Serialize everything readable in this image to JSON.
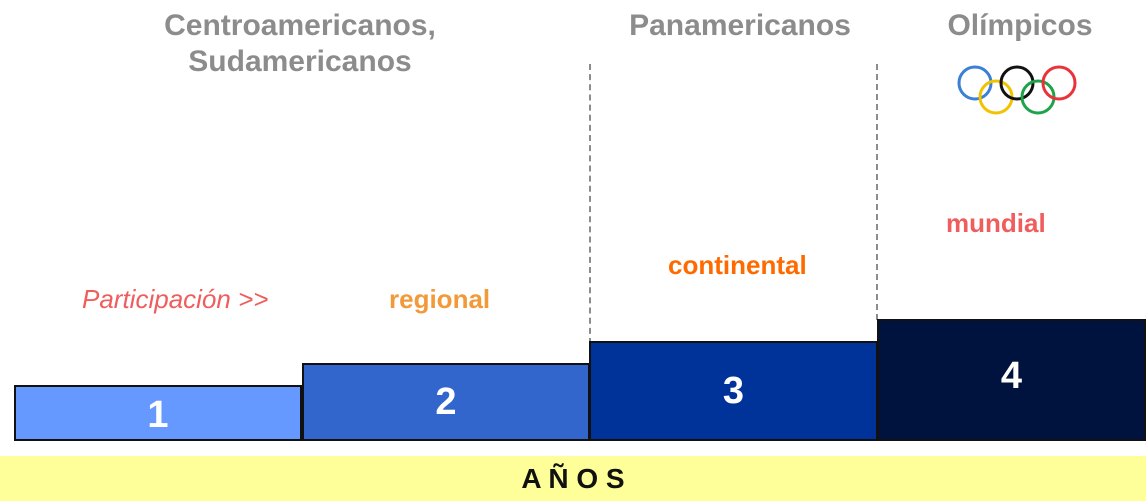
{
  "headings": {
    "centro": [
      "Centroamericanos,",
      "Sudamericanos"
    ],
    "panamericanos": "Panamericanos",
    "olimpicos": "Olímpicos"
  },
  "levels": {
    "participacion": "Participación  >>",
    "regional": "regional",
    "continental": "continental",
    "mundial": "mundial"
  },
  "steps": [
    "1",
    "2",
    "3",
    "4"
  ],
  "footer": "A Ñ O S",
  "colors": {
    "step_1": "#6699ff",
    "step_2": "#3366cc",
    "step_3": "#003399",
    "step_4": "#00133f",
    "footer_background": "#ffff99",
    "heading": "#8c8c8c",
    "participacion": "#ef5d5d",
    "regional": "#f29a3a",
    "continental": "#ff6a00",
    "mundial": "#ef5d5d"
  },
  "icons": {
    "olympic_rings": "olympic-rings-icon"
  }
}
